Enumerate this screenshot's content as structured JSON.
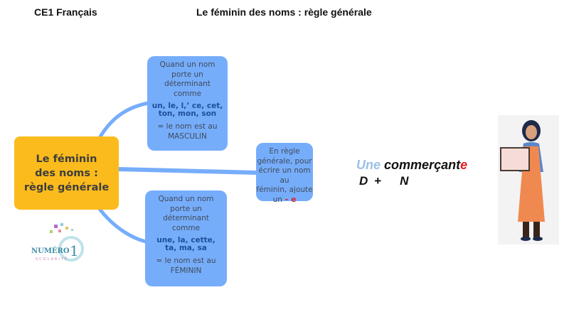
{
  "header": {
    "left_title": "CE1 Français",
    "right_title": "Le féminin des noms : règle générale"
  },
  "mindmap": {
    "central": {
      "line1": "Le féminin",
      "line2": "des noms :",
      "line3": "règle générale",
      "color": "#fbbb1c"
    },
    "masculine_box": {
      "intro": [
        "Quand un nom",
        "porte un",
        "déterminant",
        "comme"
      ],
      "determiners": [
        "un, le, l,’ ce, cet,",
        "ton, mon, son"
      ],
      "conclusion": [
        "= le nom est au",
        "MASCULIN"
      ]
    },
    "feminine_box": {
      "intro": [
        "Quand un nom",
        "porte un",
        "déterminant",
        "comme"
      ],
      "determiners": [
        "une, la, cette,",
        "ta, ma, sa"
      ],
      "conclusion": [
        "= le nom est au",
        "FÉMININ"
      ]
    },
    "rule_box": {
      "lines": [
        "En règle",
        "générale, pour",
        "écrire un nom au",
        "féminin, ajoute"
      ],
      "last_prefix": "un ",
      "last_highlight": "– e"
    },
    "box_color": "#76adfb",
    "link_color": "#76adfb"
  },
  "example": {
    "determiner": "Une",
    "noun_stem": "commerçant",
    "suffix": "e",
    "formula_d": "D +",
    "formula_n": "N"
  },
  "logo": {
    "name": "NUMÉRO 1",
    "subtitle": "SCOLARITÉ"
  },
  "illustration": {
    "label": "shopkeeper woman holding sign"
  }
}
